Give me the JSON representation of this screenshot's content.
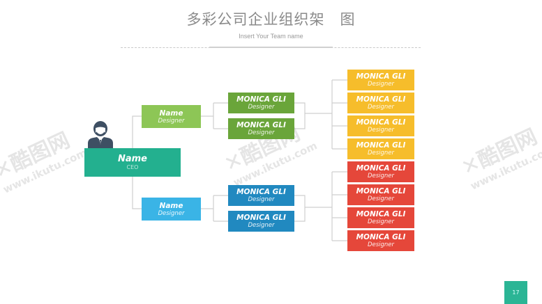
{
  "header": {
    "title": "多彩公司企业组织架　图",
    "subtitle": "Insert Your Team name"
  },
  "ceo": {
    "name": "Name",
    "role": "CEO",
    "color": "#23b08f",
    "icon": "person-icon"
  },
  "level1": [
    {
      "name": "Name",
      "role": "Designer",
      "color": "#8dc656"
    },
    {
      "name": "Name",
      "role": "Designer",
      "color": "#3ab4e6"
    }
  ],
  "level2": [
    {
      "name": "MONICA GLI",
      "role": "Designer",
      "color": "#6aa53a"
    },
    {
      "name": "MONICA GLI",
      "role": "Designer",
      "color": "#6aa53a"
    },
    {
      "name": "MONICA GLI",
      "role": "Designer",
      "color": "#2189c0"
    },
    {
      "name": "MONICA GLI",
      "role": "Designer",
      "color": "#2189c0"
    }
  ],
  "level3": [
    {
      "name": "MONICA GLI",
      "role": "Designer",
      "color": "#f6bd2b"
    },
    {
      "name": "MONICA GLI",
      "role": "Designer",
      "color": "#f6bd2b"
    },
    {
      "name": "MONICA GLI",
      "role": "Designer",
      "color": "#f6bd2b"
    },
    {
      "name": "MONICA GLI",
      "role": "Designer",
      "color": "#f6bd2b"
    },
    {
      "name": "MONICA GLI",
      "role": "Designer",
      "color": "#e5473a"
    },
    {
      "name": "MONICA GLI",
      "role": "Designer",
      "color": "#e5473a"
    },
    {
      "name": "MONICA GLI",
      "role": "Designer",
      "color": "#e5473a"
    },
    {
      "name": "MONICA GLI",
      "role": "Designer",
      "color": "#e5473a"
    }
  ],
  "watermark": {
    "logo": "酷图网",
    "url": "www.ikutu.com"
  },
  "footer": {
    "page_number": "17"
  }
}
